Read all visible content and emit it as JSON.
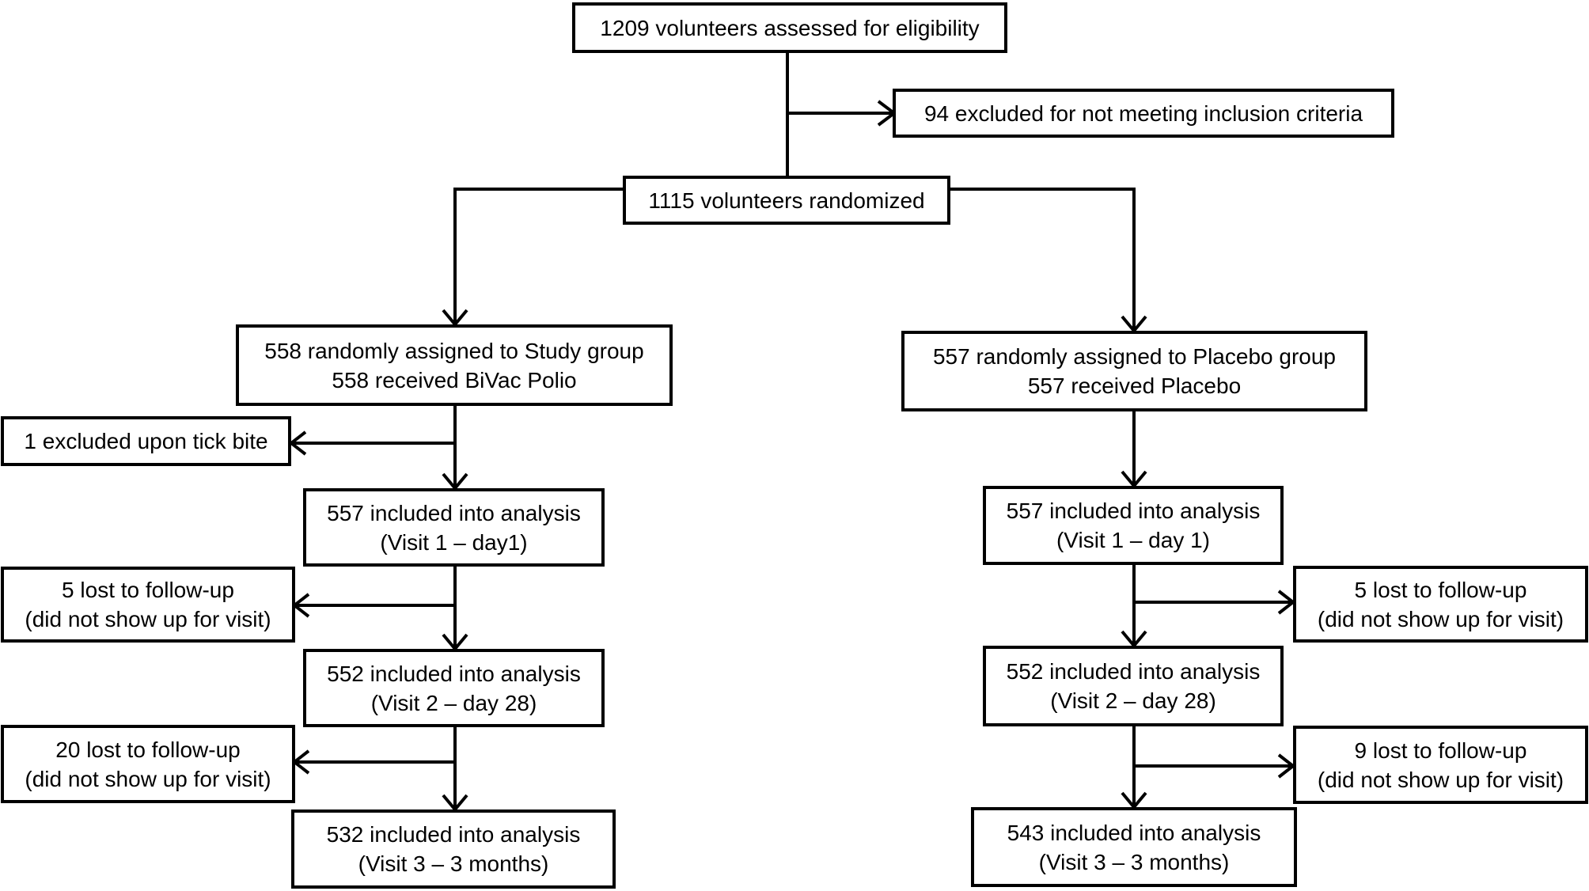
{
  "boxes": {
    "assessed": "1209 volunteers assessed for eligibility",
    "excluded": "94 excluded for not meeting inclusion criteria",
    "randomized": "1115 volunteers randomized",
    "study": {
      "assigned_line1": "558 randomly assigned to Study group",
      "assigned_line2": "558 received BiVac Polio",
      "tick_bite": "1 excluded upon tick bite",
      "visit1_line1": "557 included into analysis",
      "visit1_line2": "(Visit 1 – day1)",
      "lost1_line1": "5 lost to follow-up",
      "lost1_line2": "(did not show up for visit)",
      "visit2_line1": "552 included into analysis",
      "visit2_line2": "(Visit 2 – day 28)",
      "lost2_line1": "20 lost to follow-up",
      "lost2_line2": "(did not show up for visit)",
      "visit3_line1": "532 included into analysis",
      "visit3_line2": "(Visit 3 – 3 months)"
    },
    "placebo": {
      "assigned_line1": "557 randomly assigned to Placebo group",
      "assigned_line2": "557 received Placebo",
      "visit1_line1": "557 included into analysis",
      "visit1_line2": "(Visit 1 – day 1)",
      "lost1_line1": "5 lost to follow-up",
      "lost1_line2": "(did not show up for visit)",
      "visit2_line1": "552 included into analysis",
      "visit2_line2": "(Visit 2 – day 28)",
      "lost2_line1": "9 lost to follow-up",
      "lost2_line2": "(did not show up for visit)",
      "visit3_line1": "543 included into analysis",
      "visit3_line2": "(Visit 3 – 3 months)"
    }
  }
}
